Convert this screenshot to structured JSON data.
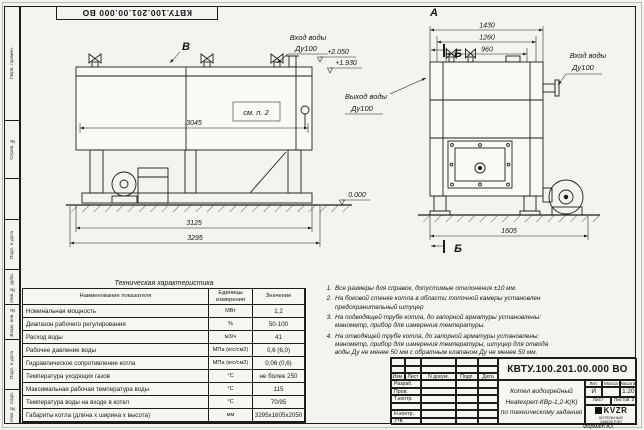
{
  "frame": {
    "doc_number_top": "КВТУ.100.201.00.000 ВО",
    "left_fields": [
      "Перв. примен.",
      "Справ. №",
      "Подп. и дата",
      "Инв. № дубл.",
      "Взам. инв. №",
      "Подп. и дата",
      "Инв. № подл."
    ],
    "format_note": "Формат А3"
  },
  "drawing": {
    "side_view": {
      "view_label": "В",
      "callout": "см. п. 2",
      "inlet_title": "Вход воды",
      "inlet_dn": "Ду100",
      "elev_top": "+2.050",
      "elev_nozzle": "+1.930",
      "elev_ground": "0.000",
      "dim_body": "3045",
      "dim_frame": "3125",
      "dim_overall": "3295"
    },
    "front_view": {
      "view_label": "А",
      "section_top": "Б",
      "section_bottom": "Б",
      "dim_overall_width": "1430",
      "dim_shell": "1260",
      "dim_inner": "960",
      "dim_depth": "1605",
      "inlet_title": "Вход воды",
      "inlet_dn": "Ду100",
      "outlet_title": "Выход воды",
      "outlet_dn": "Ду100"
    }
  },
  "tech_table": {
    "title": "Техническая характеристика",
    "headers": [
      "Наименование показателя",
      "Единицы измерения",
      "Значение"
    ],
    "rows": [
      [
        "Номинальная мощность",
        "МВт",
        "1,2"
      ],
      [
        "Диапазон рабочего регулирования",
        "%",
        "50-100"
      ],
      [
        "Расход воды",
        "м3/ч",
        "41"
      ],
      [
        "Рабочее давление воды",
        "МПа (кгс/см2)",
        "0,6 (6,0)"
      ],
      [
        "Гидравлическое сопротивление котла",
        "МПа (кгс/см2)",
        "0,06 (0,6)"
      ],
      [
        "Температура уходящих газов",
        "°С",
        "не более 250"
      ],
      [
        "Максимальная рабочая температура воды",
        "°С",
        "115"
      ],
      [
        "Температура воды на входе в котел",
        "°С",
        "70/95"
      ],
      [
        "Габариты котла (длина х ширина х высота)",
        "мм",
        "3295х1605х2050"
      ]
    ]
  },
  "notes": {
    "items": [
      {
        "n": "1.",
        "text": "Все размеры для справок, допустимые отклонения ±10 мм."
      },
      {
        "n": "2.",
        "text": "На боковой стенке котла в области топочной камеры установлен предохранительный штуцер"
      },
      {
        "n": "3.",
        "text": "На подводящей трубе котла, до запорной арматуры установлены: манометр, прибор для измерения температуры."
      },
      {
        "n": "4.",
        "text": "На отводящей трубе котла, до запорной арматуры установлены: манометр, прибор для измерения температуры, штуцер для отвода воды Ду не менее 50 мм с обратным клапаном Ду не менее 50 мм."
      }
    ]
  },
  "title_block": {
    "doc_number": "КВТУ.100.201.00.000 ВО",
    "cols": [
      "Изм.",
      "Лист",
      "N докум.",
      "Подп.",
      "Дата"
    ],
    "rows": [
      "Разраб.",
      "Пров.",
      "Т.контр.",
      "Н.контр.",
      "Утв."
    ],
    "name_lines": [
      "Котел водогрейный",
      "Heatexpert-КВр-1,2-К(К)",
      "по техническому заданию"
    ],
    "lit_label": "Лит.",
    "mass_label": "Масса",
    "scale_label": "Масштаб",
    "lit_value": "И",
    "scale_value": "1:20",
    "sheet_label": "Лист",
    "sheets_label": "Листов",
    "sheets_value": "2",
    "brand": "KVZR",
    "company_line1": "КОТЕЛЬНЫЙ",
    "company_line2": "ЗАВОД РЭП"
  }
}
